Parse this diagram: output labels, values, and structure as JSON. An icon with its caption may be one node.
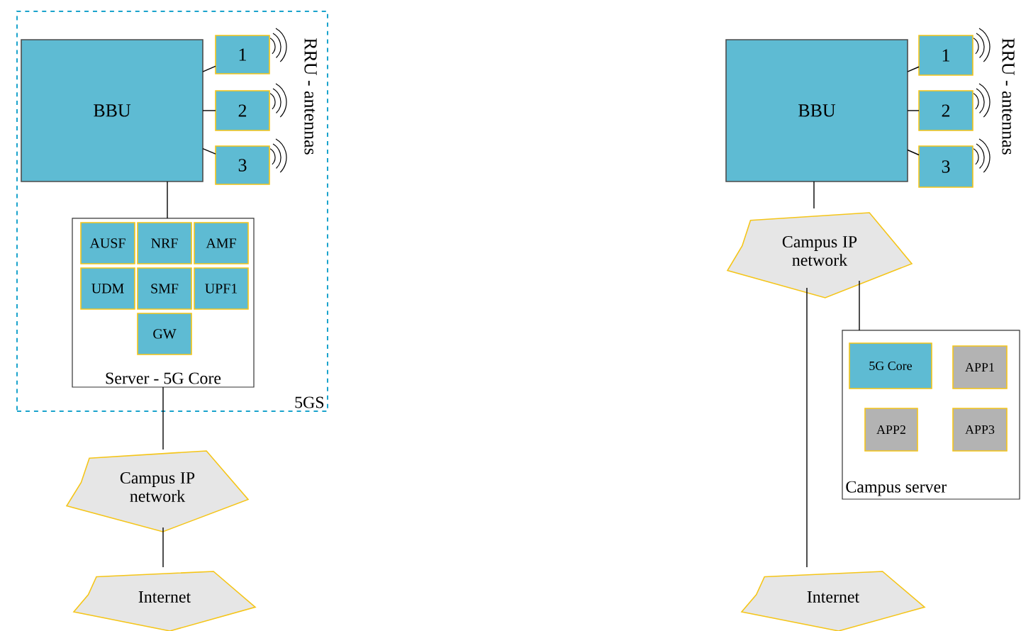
{
  "diagram": {
    "nodes": [
      {
        "text": [
          "5GS"
        ]
      },
      {
        "text": [
          "BBU"
        ],
        "in": 0
      },
      {
        "text": [
          "1"
        ],
        "in": 0
      },
      {
        "text": [
          "2"
        ],
        "in": 0
      },
      {
        "text": [
          "3"
        ],
        "in": 0
      },
      {
        "text": [
          "Server - 5G Core"
        ],
        "in": 0
      },
      {
        "text": [
          "AUSF"
        ],
        "in": 5
      },
      {
        "text": [
          "NRF"
        ],
        "in": 5
      },
      {
        "text": [
          "AMF"
        ],
        "in": 5
      },
      {
        "text": [
          "UDM"
        ],
        "in": 5
      },
      {
        "text": [
          "SMF"
        ],
        "in": 5
      },
      {
        "text": [
          "UPF1"
        ],
        "in": 5
      },
      {
        "text": [
          "GW"
        ],
        "in": 5
      },
      {
        "text": [
          "Campus IP network"
        ]
      },
      {
        "text": [
          "Internet"
        ]
      },
      {
        "text": [
          "BBU"
        ]
      },
      {
        "text": [
          "1"
        ]
      },
      {
        "text": [
          "2"
        ]
      },
      {
        "text": [
          "3"
        ]
      },
      {
        "text": [
          "Campus IP network"
        ]
      },
      {
        "text": [
          "Campus server"
        ]
      },
      {
        "text": [
          "5G Core"
        ],
        "in": 20
      },
      {
        "text": [
          "APP1"
        ],
        "in": 20
      },
      {
        "text": [
          "APP2"
        ],
        "in": 20
      },
      {
        "text": [
          "APP3"
        ],
        "in": 20
      },
      {
        "text": [
          "Internet"
        ]
      }
    ],
    "edges": [
      {
        "from": 1,
        "to": 2,
        "arrow": "none"
      },
      {
        "from": 1,
        "to": 3,
        "arrow": "none"
      },
      {
        "from": 1,
        "to": 4,
        "arrow": "none"
      },
      {
        "from": 1,
        "to": 5,
        "arrow": "none"
      },
      {
        "from": 5,
        "to": 13,
        "arrow": "none"
      },
      {
        "from": 13,
        "to": 14,
        "arrow": "none"
      },
      {
        "from": 15,
        "to": 16,
        "arrow": "none"
      },
      {
        "from": 15,
        "to": 17,
        "arrow": "none"
      },
      {
        "from": 15,
        "to": 18,
        "arrow": "none"
      },
      {
        "from": 15,
        "to": 19,
        "arrow": "none"
      },
      {
        "from": 19,
        "to": 20,
        "arrow": "none"
      },
      {
        "from": 19,
        "to": 25,
        "arrow": "none"
      }
    ],
    "labels": [
      "RRU - antennas",
      "RRU - antennas"
    ]
  }
}
